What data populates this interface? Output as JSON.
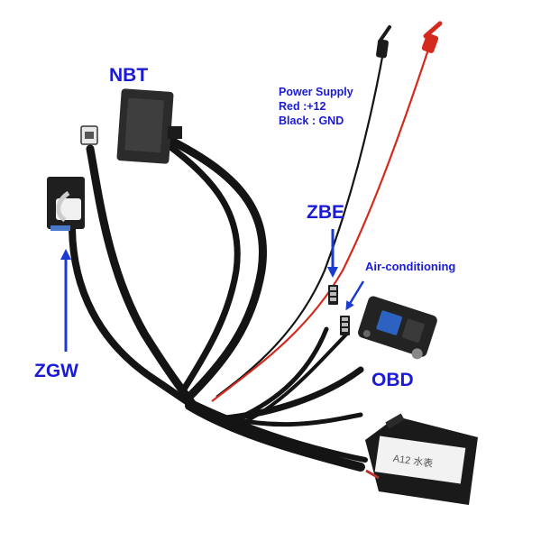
{
  "labels": {
    "nbt": "NBT",
    "zgw": "ZGW",
    "zbe": "ZBE",
    "obd": "OBD",
    "air_conditioning": "Air-conditioning"
  },
  "power_supply": {
    "title": "Power Supply",
    "red": "Red :+12",
    "black": "Black : GND"
  },
  "module_marking": "A12 水表",
  "colors": {
    "label_blue": "#1b1bd6",
    "arrow_blue": "#1a3ad0",
    "cable_black": "#141414",
    "wire_red": "#d42a1e"
  }
}
